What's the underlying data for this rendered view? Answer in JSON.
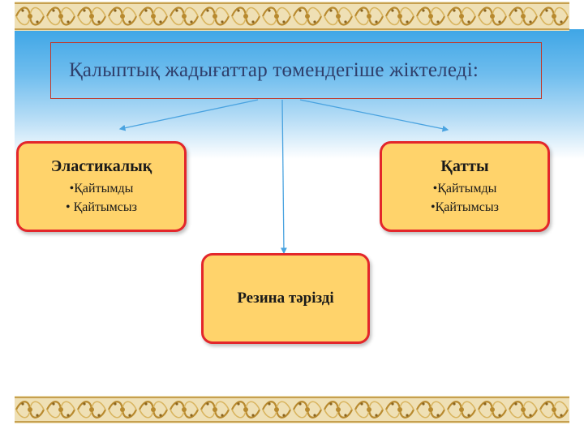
{
  "title": "Қалыптық жадығаттар төмендегіше жіктеледі:",
  "nodes": {
    "left": {
      "title": "Эластикалық",
      "items": [
        "•Қайтымды",
        "• Қайтымсыз"
      ]
    },
    "right": {
      "title": "Қатты",
      "items": [
        "•Қайтымды",
        "•Қайтымсыз"
      ]
    },
    "middle": {
      "title": "Резина тәрізді"
    }
  },
  "colors": {
    "ornament": "#c9a24a",
    "box_fill": "#ffd36b",
    "box_border": "#e3262b",
    "connector": "#4aa3e0",
    "title_text": "#2f3f6b",
    "sky": "#3fa6e6"
  },
  "icons": {
    "ornament": "ornament-border-pattern"
  }
}
